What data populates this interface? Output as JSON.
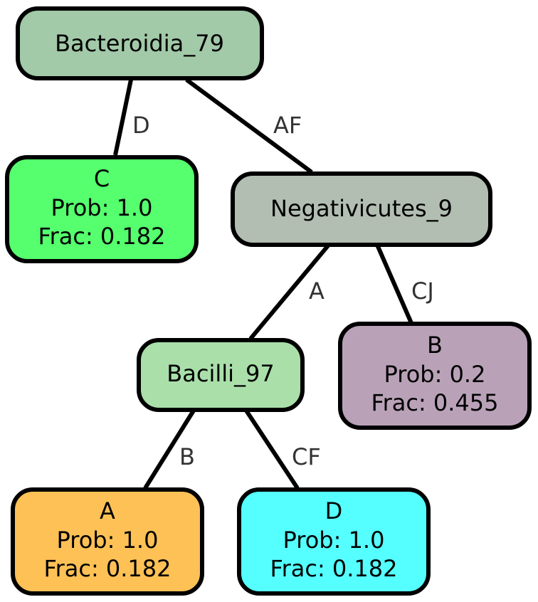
{
  "nodes": {
    "root": {
      "label": "Bacteroidia_79",
      "color": "#a2c9a8"
    },
    "leaf_c": {
      "lines": [
        "C",
        "Prob: 1.0",
        "Frac: 0.182"
      ],
      "color": "#55ff6e"
    },
    "negativicutes": {
      "label": "Negativicutes_9",
      "color": "#b3beb3"
    },
    "bacilli": {
      "label": "Bacilli_97",
      "color": "#aadfaa"
    },
    "leaf_b": {
      "lines": [
        "B",
        "Prob: 0.2",
        "Frac: 0.455"
      ],
      "color": "#b9a2b8"
    },
    "leaf_a": {
      "lines": [
        "A",
        "Prob: 1.0",
        "Frac: 0.182"
      ],
      "color": "#fdc156"
    },
    "leaf_d": {
      "lines": [
        "D",
        "Prob: 1.0",
        "Frac: 0.182"
      ],
      "color": "#55ffff"
    }
  },
  "edges": {
    "root_to_c": "D",
    "root_to_negativicutes": "AF",
    "negativicutes_to_bacilli": "A",
    "negativicutes_to_b": "CJ",
    "bacilli_to_a": "B",
    "bacilli_to_d": "CF"
  }
}
